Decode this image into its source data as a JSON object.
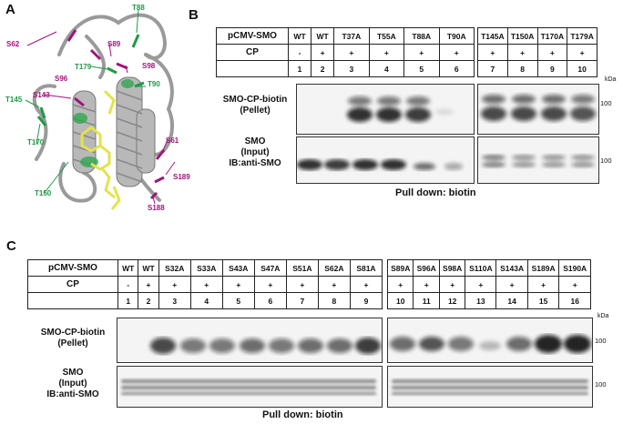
{
  "panels": {
    "a": "A",
    "b": "B",
    "c": "C"
  },
  "structure_labels": {
    "magenta": [
      "S62",
      "S89",
      "S98",
      "S96",
      "S143",
      "S61",
      "S189",
      "S188"
    ],
    "green": [
      "T88",
      "T179",
      "T90",
      "T145",
      "T170",
      "T150"
    ]
  },
  "colors": {
    "magenta_label": "#a0147d",
    "green_label": "#1e9a46",
    "helix": "#b8b8b8",
    "ligand": "#e2e34a"
  },
  "panel_b": {
    "row1_label": "pCMV-SMO",
    "row2_label": "CP",
    "group1": {
      "mutants": [
        "WT",
        "WT",
        "T37A",
        "T55A",
        "T88A",
        "T90A"
      ],
      "cp": [
        "-",
        "+",
        "+",
        "+",
        "+",
        "+"
      ],
      "lanes": [
        "1",
        "2",
        "3",
        "4",
        "5",
        "6"
      ]
    },
    "group2": {
      "mutants": [
        "T145A",
        "T150A",
        "T170A",
        "T179A"
      ],
      "cp": [
        "+",
        "+",
        "+",
        "+"
      ],
      "lanes": [
        "7",
        "8",
        "9",
        "10"
      ]
    },
    "kda": "kDa",
    "pellet_label_1": "SMO-CP-biotin",
    "pellet_label_2": "(Pellet)",
    "input_label_1": "SMO",
    "input_label_2": "(Input)",
    "input_label_3": "IB:anti-SMO",
    "mw_pellet": "100",
    "mw_input": "100",
    "pulldown": "Pull down: biotin"
  },
  "panel_c": {
    "row1_label": "pCMV-SMO",
    "row2_label": "CP",
    "group1": {
      "mutants": [
        "WT",
        "WT",
        "S32A",
        "S33A",
        "S43A",
        "S47A",
        "S51A",
        "S62A",
        "S81A"
      ],
      "cp": [
        "-",
        "+",
        "+",
        "+",
        "+",
        "+",
        "+",
        "+",
        "+"
      ],
      "lanes": [
        "1",
        "2",
        "3",
        "4",
        "5",
        "6",
        "7",
        "8",
        "9"
      ]
    },
    "group2": {
      "mutants": [
        "S89A",
        "S96A",
        "S98A",
        "S110A",
        "S143A",
        "S189A",
        "S190A"
      ],
      "cp": [
        "+",
        "+",
        "+",
        "+",
        "+",
        "+",
        "+"
      ],
      "lanes": [
        "10",
        "11",
        "12",
        "13",
        "14",
        "15",
        "16"
      ]
    },
    "kda": "kDa",
    "pellet_label_1": "SMO-CP-biotin",
    "pellet_label_2": "(Pellet)",
    "input_label_1": "SMO",
    "input_label_2": "(Input)",
    "input_label_3": "IB:anti-SMO",
    "mw_pellet": "100",
    "mw_input": "100",
    "pulldown": "Pull down: biotin"
  }
}
